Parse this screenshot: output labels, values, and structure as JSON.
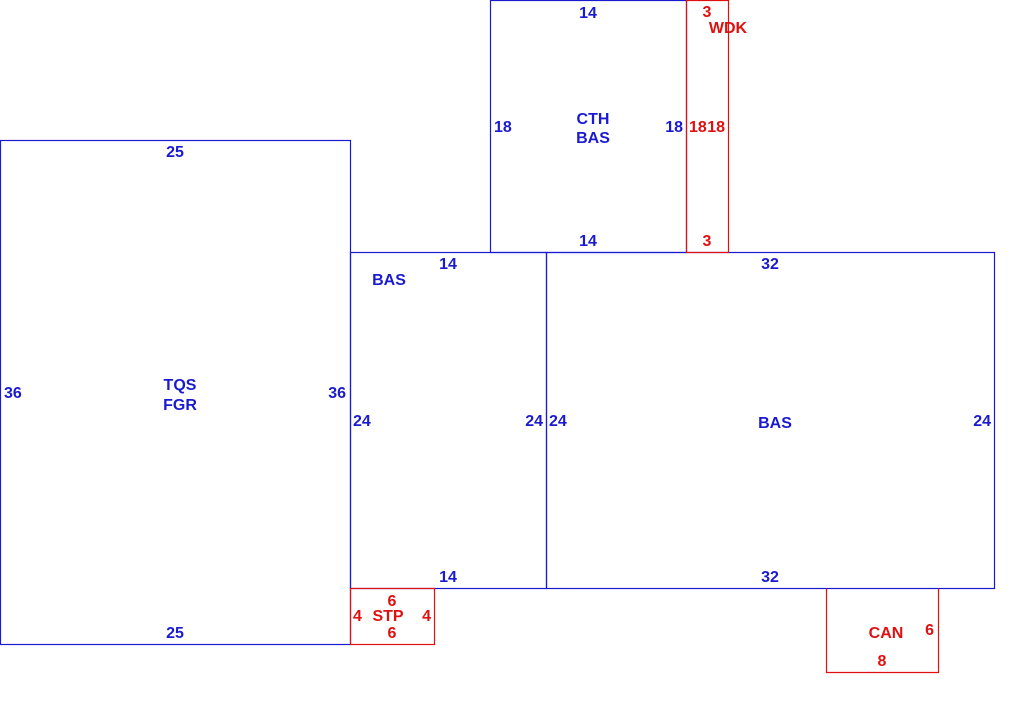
{
  "colors": {
    "main": "#1a1ad0",
    "accent": "#e01010"
  },
  "garage": {
    "code1": "TQS",
    "code2": "FGR",
    "top": "25",
    "bottom": "25",
    "left": "36",
    "right": "36"
  },
  "bas_left": {
    "label": "BAS",
    "top": "14",
    "bottom": "14",
    "left": "24",
    "right": "24"
  },
  "bas_main": {
    "label": "BAS",
    "top": "32",
    "bottom": "32",
    "left": "24",
    "right": "24"
  },
  "cth": {
    "code1": "CTH",
    "code2": "BAS",
    "top": "14",
    "bottom": "14",
    "left": "18",
    "right": "18"
  },
  "wdk": {
    "label": "WDK",
    "top": "3",
    "bottom": "3",
    "left": "18",
    "right": "18"
  },
  "stp": {
    "label": "STP",
    "top": "6",
    "bottom": "6",
    "left": "4",
    "right": "4"
  },
  "can": {
    "label": "CAN",
    "bottom": "8",
    "right": "6"
  }
}
